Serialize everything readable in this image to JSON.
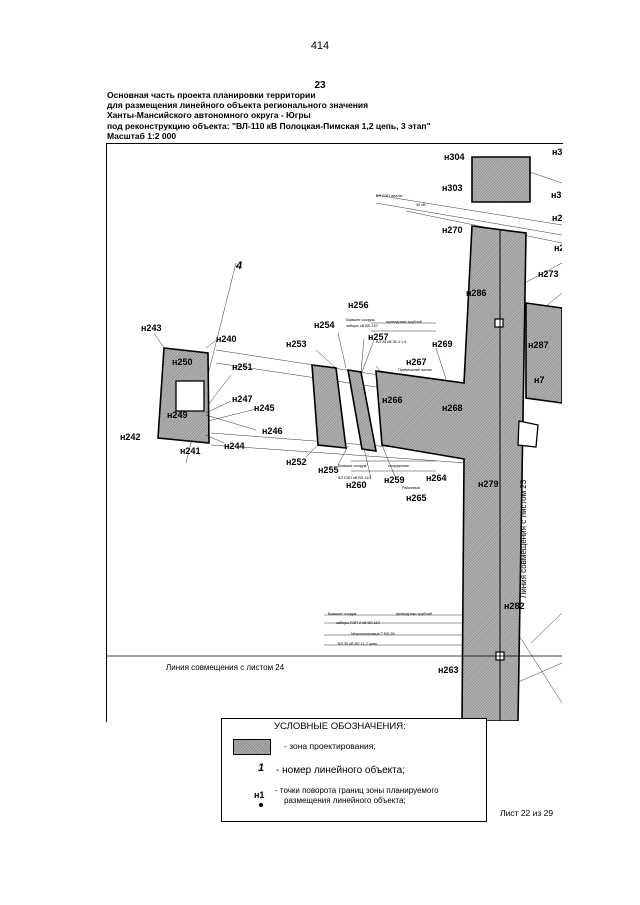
{
  "page_number": "414",
  "header": {
    "sheet_num": "23",
    "title_lines": [
      "Основная часть проекта планировки территории",
      "для размещения линейного объекта регионального значения",
      "Ханты-Мансийского автономного округа - Югры",
      "под реконструкцию объекта: \"ВЛ-110 кВ Полоцкая-Пимская 1,2 цепь, 3 этап\"",
      "Масштаб 1:2 000"
    ]
  },
  "map": {
    "object_number": "4",
    "point_labels": {
      "n304": "н304",
      "n303": "н303",
      "n270": "н270",
      "n273": "н273",
      "n256": "н256",
      "n254": "н254",
      "n257": "н257",
      "n253": "н253",
      "n243": "н243",
      "n240": "н240",
      "n250": "н250",
      "n251": "н251",
      "n247": "н247",
      "n245": "н245",
      "n249": "н249",
      "n246": "н246",
      "n242": "н242",
      "n244": "н244",
      "n241": "н241",
      "n252": "н252",
      "n255": "н255",
      "n260": "н260",
      "n259": "н259",
      "n264": "н264",
      "n265": "н265",
      "n267": "н267",
      "n269": "н269",
      "n266": "н266",
      "n268": "н268",
      "n286": "н286",
      "n287": "н287",
      "n7": "н7",
      "n279": "н279",
      "n282": "н282",
      "n263": "н263",
      "r1": "н3",
      "r2": "н3",
      "r3": "н2",
      "r4": "н2"
    },
    "combination_line_24": "Линия совмещения с листом 24",
    "combination_line_23": "Линия совмещения с листом 23"
  },
  "legend": {
    "title": "УСЛОВНЫЕ ОБОЗНАЧЕНИЯ:",
    "zone_label": "- зона проектирования;",
    "object_num_symbol": "1",
    "object_num_label": "-  номер линейного объекта;",
    "point_symbol": "н1",
    "point_label_1": "- точки поворота границ зоны планируемого",
    "point_label_2": "размещения линейного объекта;"
  },
  "sheet_label": "Лист 22 из 29",
  "colors": {
    "zone_fill": "#a3a3a3",
    "zone_stroke": "#000000"
  }
}
